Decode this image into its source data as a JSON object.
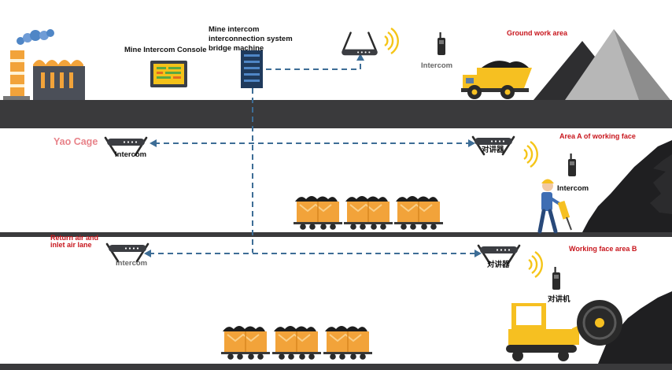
{
  "labels": {
    "console": "Mine Intercom Console",
    "bridge_line1": "Mine intercom",
    "bridge_line2": "interconnection system",
    "bridge_line3": "bridge machine",
    "ground_intercom": "Intercom",
    "ground_area": "Ground work area",
    "yao_cage": "Yao Cage",
    "cage_intercom": "Intercom",
    "area_a": "Area A of working face",
    "area_a_device": "对讲器",
    "worker_intercom": "Intercom",
    "return_air": "Return air and inlet air lane",
    "lane_intercom": "Intercom",
    "area_b": "Working face area B",
    "area_b_device": "对讲器",
    "area_b_radio": "对讲机"
  },
  "colors": {
    "ground": "#3a3a3c",
    "dash": "#3d6d96",
    "label_red": "#c8161d",
    "label_pink": "#e8838a",
    "cart": "#f2a33a",
    "truck": "#f6c021",
    "signal": "#f5c518"
  },
  "icons": [
    "factory-icon",
    "console-icon",
    "bridge-machine-icon",
    "access-point-icon",
    "radio-icon",
    "dump-truck-icon",
    "mountain-icon",
    "worker-icon",
    "mine-cart-icon",
    "excavator-icon"
  ]
}
